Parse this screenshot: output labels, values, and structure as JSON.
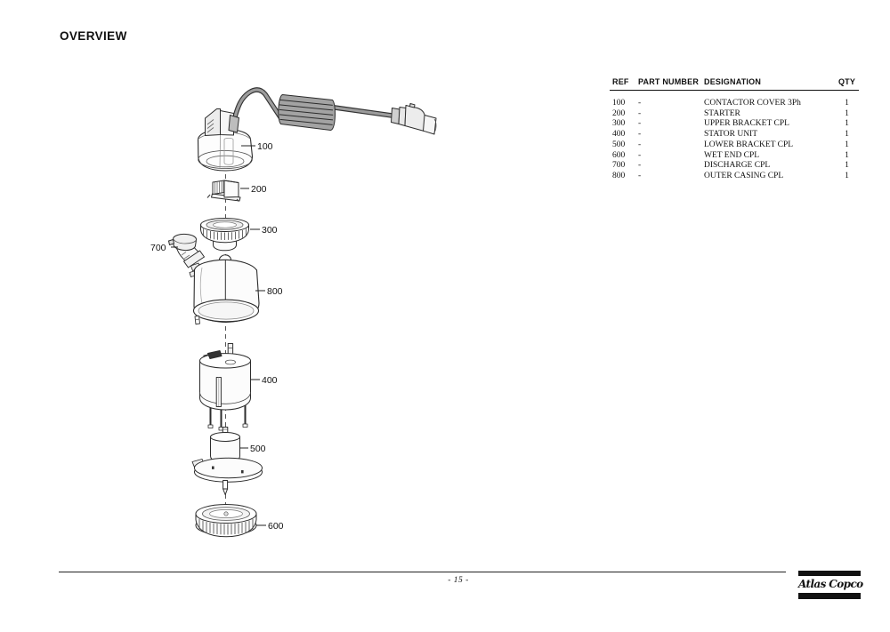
{
  "page": {
    "title": "OVERVIEW",
    "page_number": "- 15 -"
  },
  "parts_table": {
    "headers": {
      "ref": "REF",
      "part_number": "PART NUMBER",
      "designation": "DESIGNATION",
      "qty": "QTY"
    },
    "rows": [
      {
        "ref": "100",
        "part_number": "-",
        "designation": "CONTACTOR COVER 3Ph",
        "qty": "1"
      },
      {
        "ref": "200",
        "part_number": "-",
        "designation": "STARTER",
        "qty": "1"
      },
      {
        "ref": "300",
        "part_number": "-",
        "designation": "UPPER BRACKET CPL",
        "qty": "1"
      },
      {
        "ref": "400",
        "part_number": "-",
        "designation": "STATOR UNIT",
        "qty": "1"
      },
      {
        "ref": "500",
        "part_number": "-",
        "designation": "LOWER BRACKET CPL",
        "qty": "1"
      },
      {
        "ref": "600",
        "part_number": "-",
        "designation": "WET END CPL",
        "qty": "1"
      },
      {
        "ref": "700",
        "part_number": "-",
        "designation": "DISCHARGE CPL",
        "qty": "1"
      },
      {
        "ref": "800",
        "part_number": "-",
        "designation": "OUTER CASING CPL",
        "qty": "1"
      }
    ]
  },
  "diagram": {
    "callouts": {
      "c100": "100",
      "c200": "200",
      "c300": "300",
      "c400": "400",
      "c500": "500",
      "c600": "600",
      "c700": "700",
      "c800": "800"
    }
  },
  "footer": {
    "logo_text": "Atlas Copco"
  },
  "colors": {
    "ink": "#1a1a1a",
    "cable_gray": "#9a9a9a",
    "plug_gray": "#e8e8e8"
  }
}
